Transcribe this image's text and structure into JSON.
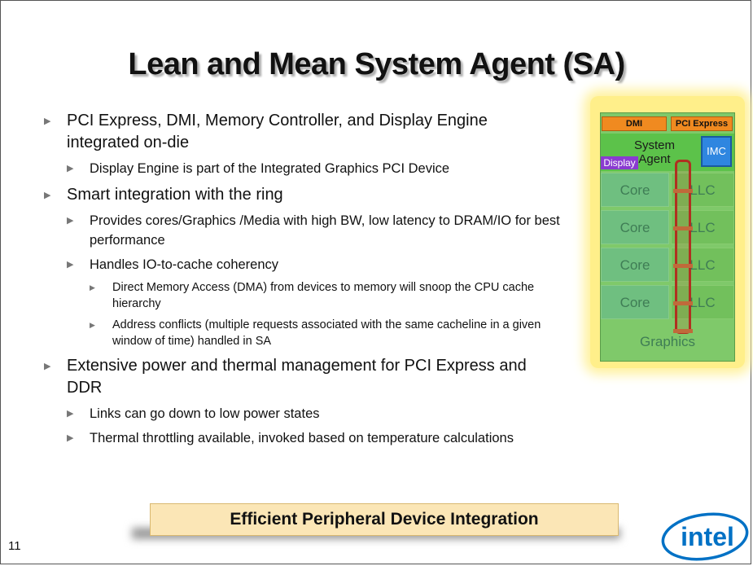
{
  "slide": {
    "title": "Lean and Mean System Agent (SA)",
    "page_number": "11",
    "bullets": [
      {
        "level": 1,
        "text": "PCI Express, DMI, Memory Controller, and Display Engine integrated on-die"
      },
      {
        "level": 2,
        "text": "Display Engine is part of the Integrated Graphics PCI Device"
      },
      {
        "level": 1,
        "text": "Smart integration with the ring"
      },
      {
        "level": 2,
        "text": "Provides cores/Graphics /Media with high BW, low latency to DRAM/IO for best performance"
      },
      {
        "level": 2,
        "text": "Handles IO-to-cache coherency"
      },
      {
        "level": 3,
        "text": "Direct Memory Access (DMA) from devices to memory will snoop the CPU cache hierarchy"
      },
      {
        "level": 3,
        "text": "Address conflicts (multiple requests associated with the same cacheline in a given window of time) handled in SA"
      },
      {
        "level": 1,
        "text": "Extensive power and thermal management for PCI Express and DDR"
      },
      {
        "level": 2,
        "text": "Links can go down to low power states"
      },
      {
        "level": 2,
        "text": "Thermal throttling available, invoked based on temperature calculations"
      }
    ],
    "banner": "Efficient Peripheral Device Integration",
    "logo_text": "intel"
  },
  "diagram": {
    "dmi": "DMI",
    "pcie": "PCI Express",
    "system_agent": "System Agent",
    "imc": "IMC",
    "display": "Display",
    "core": "Core",
    "llc": "LLC",
    "graphics": "Graphics"
  },
  "colors": {
    "orange": "#f08a20",
    "sa_green": "#5cc24a",
    "imc_blue": "#2f86e0",
    "display_purple": "#8a3bd0",
    "banner_bg": "#fbe6b6",
    "intel_blue": "#0071c5"
  }
}
